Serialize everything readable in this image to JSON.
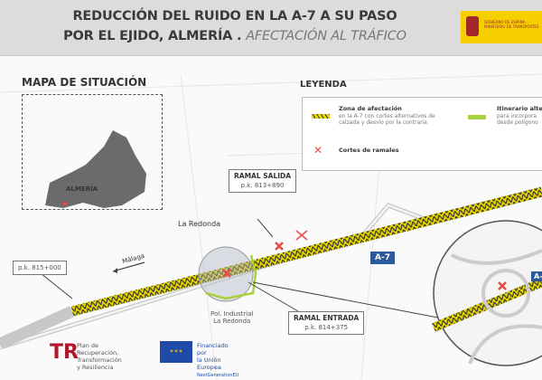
{
  "header": {
    "title_line1": "REDUCCIÓN DEL RUIDO EN LA A-7 A SU PASO",
    "title_line2": "POR EL EJIDO, ALMERÍA .",
    "title_subtitle": "AFECTACIÓN AL TRÁFICO",
    "gov_logo": "GOBIERNO DE ESPAÑA · MINISTERIO DE TRANSPORTES"
  },
  "situacion": {
    "title": "MAPA DE SITUACIÓN",
    "city": "ALMERÍA"
  },
  "legend": {
    "title": "LEYENDA",
    "items": [
      {
        "icon": "yellow-hatched-band",
        "title": "Zona de afectación",
        "desc1": "en la A-7 con cortes alternativos de",
        "desc2": "calzada y desvío por la contraria"
      },
      {
        "icon": "red-x",
        "title": "Cortes de ramales"
      },
      {
        "icon": "green-line",
        "title": "Itinerario alte",
        "desc1": "para incorpora",
        "desc2": "desde polígono"
      }
    ]
  },
  "map": {
    "places": [
      "La Redonda",
      "Pol. Industrial",
      "La Redonda"
    ],
    "road_label": "A-7",
    "direction_label": "Málaga",
    "callouts": [
      {
        "title": "RAMAL SALIDA",
        "pk": "p.k. 813+890"
      },
      {
        "title": "RAMAL ENTRADA",
        "pk": "p.k. 814+375"
      },
      {
        "pk": "p.k. 815+000"
      }
    ],
    "inset_label": "A-"
  },
  "colors": {
    "affected_zone": "#e8d800",
    "cut": "#e84a4a",
    "alt_route": "#a6d23c",
    "road": "#2a5a9a"
  },
  "footer": {
    "plan_line1": "Plan de Recuperación,",
    "plan_line2": "Transformación",
    "plan_line3": "y Resiliencia",
    "eu_line1": "Financiado por",
    "eu_line2": "la Unión Europea",
    "eu_line3": "NextGenerationEU"
  }
}
